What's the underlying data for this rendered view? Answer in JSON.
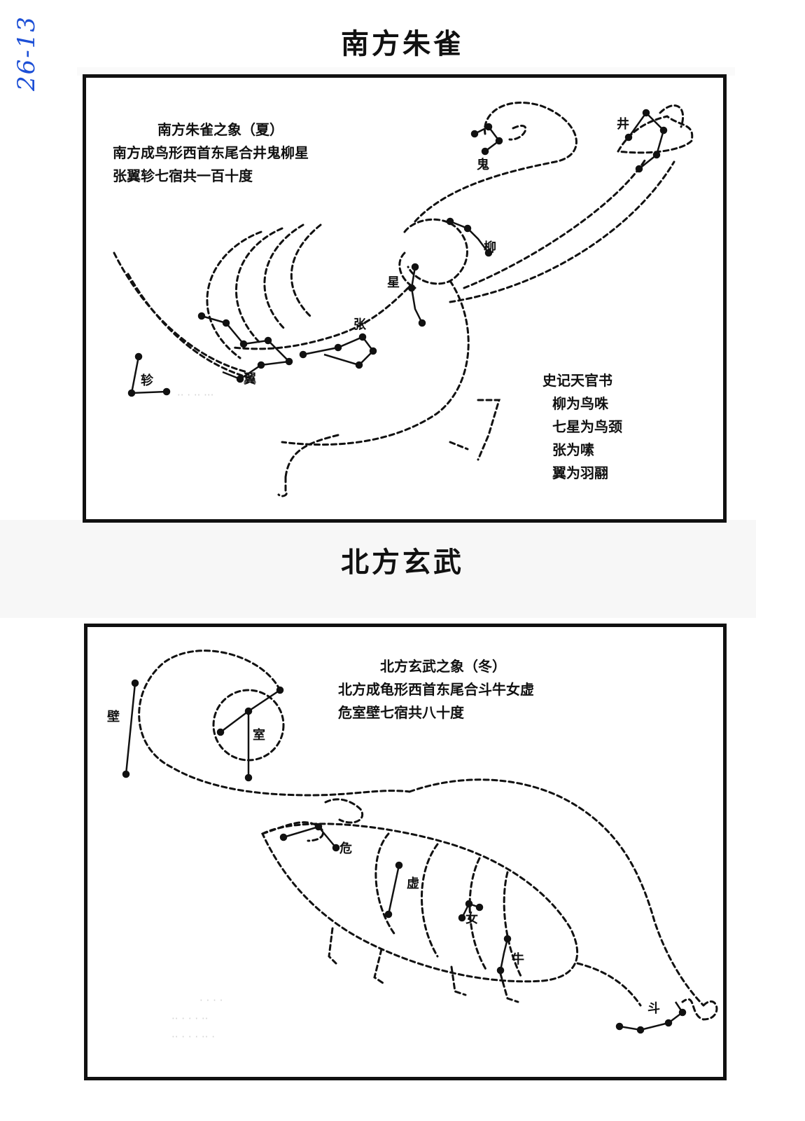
{
  "page": {
    "handwritten_number": "26-13"
  },
  "south": {
    "title": "南方朱雀",
    "caption": {
      "heading": "南方朱雀之象（夏）",
      "line1": "南方成鸟形西首东尾合井鬼柳星",
      "line2": "张翼轸七宿共一百十度"
    },
    "quote": {
      "heading": "史记天官书",
      "line1": "柳为鸟咮",
      "line2": "七星为鸟颈",
      "line3": "张为嗉",
      "line4": "翼为羽翮"
    },
    "mansions": {
      "jing": "井",
      "gui": "鬼",
      "liu": "柳",
      "xing": "星",
      "zhang": "张",
      "yi": "翼",
      "zhen": "轸"
    }
  },
  "north": {
    "title": "北方玄武",
    "caption": {
      "heading": "北方玄武之象（冬）",
      "line1": "北方成龟形西首东尾合斗牛女虚",
      "line2": "危室壁七宿共八十度"
    },
    "mansions": {
      "bi": "壁",
      "shi": "室",
      "wei": "危",
      "xu": "虚",
      "nv": "女",
      "niu": "牛",
      "dou": "斗"
    }
  },
  "colors": {
    "ink": "#111111",
    "handwriting": "#1c4fd6",
    "bleed_through": "#d4d4d4"
  }
}
